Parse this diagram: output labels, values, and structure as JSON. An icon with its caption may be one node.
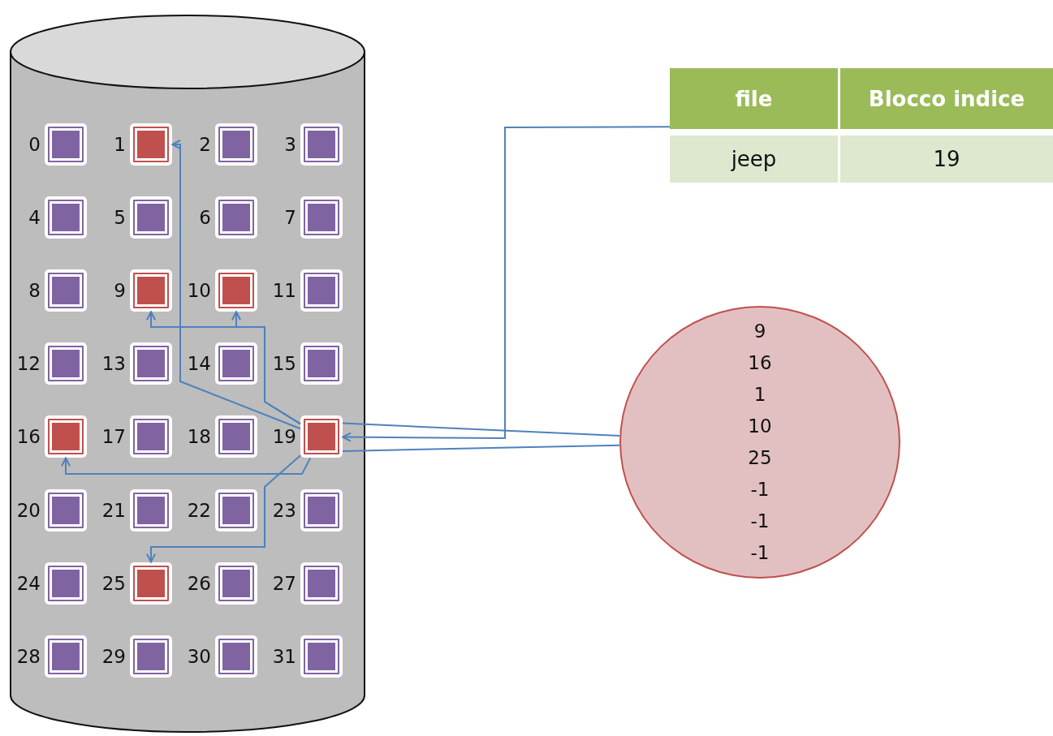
{
  "diagram": {
    "nodes": [
      {
        "text": [],
        "shape": "cylinder"
      },
      {
        "text": [],
        "shape": "box",
        "beside": [
          "0"
        ],
        "in": 0
      },
      {
        "text": [],
        "shape": "box",
        "beside": [
          "1"
        ],
        "in": 0
      },
      {
        "text": [],
        "shape": "box",
        "beside": [
          "2"
        ],
        "in": 0
      },
      {
        "text": [],
        "shape": "box",
        "beside": [
          "3"
        ],
        "in": 0
      },
      {
        "text": [],
        "shape": "box",
        "beside": [
          "4"
        ],
        "in": 0
      },
      {
        "text": [],
        "shape": "box",
        "beside": [
          "5"
        ],
        "in": 0
      },
      {
        "text": [],
        "shape": "box",
        "beside": [
          "6"
        ],
        "in": 0
      },
      {
        "text": [],
        "shape": "box",
        "beside": [
          "7"
        ],
        "in": 0
      },
      {
        "text": [],
        "shape": "box",
        "beside": [
          "8"
        ],
        "in": 0
      },
      {
        "text": [],
        "shape": "box",
        "beside": [
          "9"
        ],
        "in": 0
      },
      {
        "text": [],
        "shape": "box",
        "beside": [
          "10"
        ],
        "in": 0
      },
      {
        "text": [],
        "shape": "box",
        "beside": [
          "11"
        ],
        "in": 0
      },
      {
        "text": [],
        "shape": "box",
        "beside": [
          "12"
        ],
        "in": 0
      },
      {
        "text": [],
        "shape": "box",
        "beside": [
          "13"
        ],
        "in": 0
      },
      {
        "text": [],
        "shape": "box",
        "beside": [
          "14"
        ],
        "in": 0
      },
      {
        "text": [],
        "shape": "box",
        "beside": [
          "15"
        ],
        "in": 0
      },
      {
        "text": [],
        "shape": "box",
        "beside": [
          "16"
        ],
        "in": 0
      },
      {
        "text": [],
        "shape": "box",
        "beside": [
          "17"
        ],
        "in": 0
      },
      {
        "text": [],
        "shape": "box",
        "beside": [
          "18"
        ],
        "in": 0
      },
      {
        "text": [],
        "shape": "box",
        "beside": [
          "19"
        ],
        "in": 0
      },
      {
        "text": [],
        "shape": "box",
        "beside": [
          "20"
        ],
        "in": 0
      },
      {
        "text": [],
        "shape": "box",
        "beside": [
          "21"
        ],
        "in": 0
      },
      {
        "text": [],
        "shape": "box",
        "beside": [
          "22"
        ],
        "in": 0
      },
      {
        "text": [],
        "shape": "box",
        "beside": [
          "23"
        ],
        "in": 0
      },
      {
        "text": [],
        "shape": "box",
        "beside": [
          "24"
        ],
        "in": 0
      },
      {
        "text": [],
        "shape": "box",
        "beside": [
          "25"
        ],
        "in": 0
      },
      {
        "text": [],
        "shape": "box",
        "beside": [
          "26"
        ],
        "in": 0
      },
      {
        "text": [],
        "shape": "box",
        "beside": [
          "27"
        ],
        "in": 0
      },
      {
        "text": [],
        "shape": "box",
        "beside": [
          "28"
        ],
        "in": 0
      },
      {
        "text": [],
        "shape": "box",
        "beside": [
          "29"
        ],
        "in": 0
      },
      {
        "text": [],
        "shape": "box",
        "beside": [
          "30"
        ],
        "in": 0
      },
      {
        "text": [],
        "shape": "box",
        "beside": [
          "31"
        ],
        "in": 0
      },
      {
        "text": [
          "file",
          "Blocco indice",
          "jeep",
          "19"
        ]
      },
      {
        "text": [
          "9",
          "16",
          "1",
          "10",
          "25",
          "-1",
          "-1",
          "-1"
        ]
      }
    ],
    "edges": [
      {
        "from": 33,
        "to": 20,
        "arrow": "to"
      },
      {
        "from": 20,
        "to": 10,
        "arrow": "to"
      },
      {
        "from": 20,
        "to": 17,
        "arrow": "to"
      },
      {
        "from": 20,
        "to": 2,
        "arrow": "to"
      },
      {
        "from": 20,
        "to": 11,
        "arrow": "to"
      },
      {
        "from": 20,
        "to": 26,
        "arrow": "to"
      },
      {
        "from": 20,
        "to": 34,
        "arrow": "none"
      },
      {
        "from": 20,
        "to": 34,
        "arrow": "none"
      }
    ]
  }
}
